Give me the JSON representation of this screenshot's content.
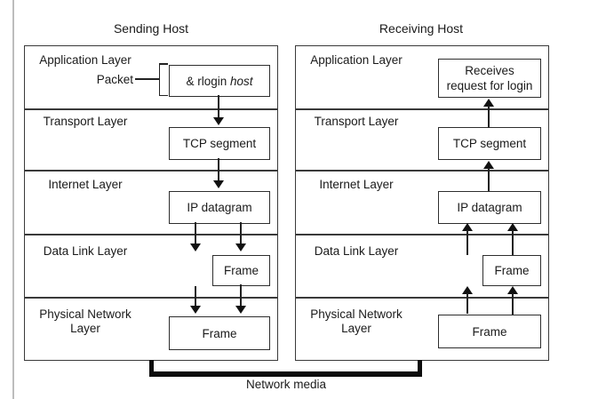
{
  "sending_host": {
    "title": "Sending Host",
    "layer_labels": {
      "application": "Application Layer",
      "transport": "Transport Layer",
      "internet": "Internet Layer",
      "data_link": "Data Link Layer",
      "physical": "Physical Network Layer"
    },
    "packet_label": "Packet",
    "command_prefix": "& rlogin",
    "command_host": "host",
    "tcp_box": "TCP segment",
    "ip_box": "IP datagram",
    "frame_small": "Frame",
    "frame_large": "Frame"
  },
  "receiving_host": {
    "title": "Receiving Host",
    "layer_labels": {
      "application": "Application Layer",
      "transport": "Transport Layer",
      "internet": "Internet Layer",
      "data_link": "Data Link Layer",
      "physical": "Physical Network Layer"
    },
    "app_box_line1": "Receives",
    "app_box_line2": "request for login",
    "tcp_box": "TCP segment",
    "ip_box": "IP datagram",
    "frame_small": "Frame",
    "frame_large": "Frame"
  },
  "footer": {
    "network_media_label": "Network media"
  },
  "colors": {
    "background": "#ffffff",
    "line": "#2e2e2e",
    "text": "#1a1a1a",
    "bracket": "#0d0d0d",
    "page_rule": "#bdbdbd"
  }
}
